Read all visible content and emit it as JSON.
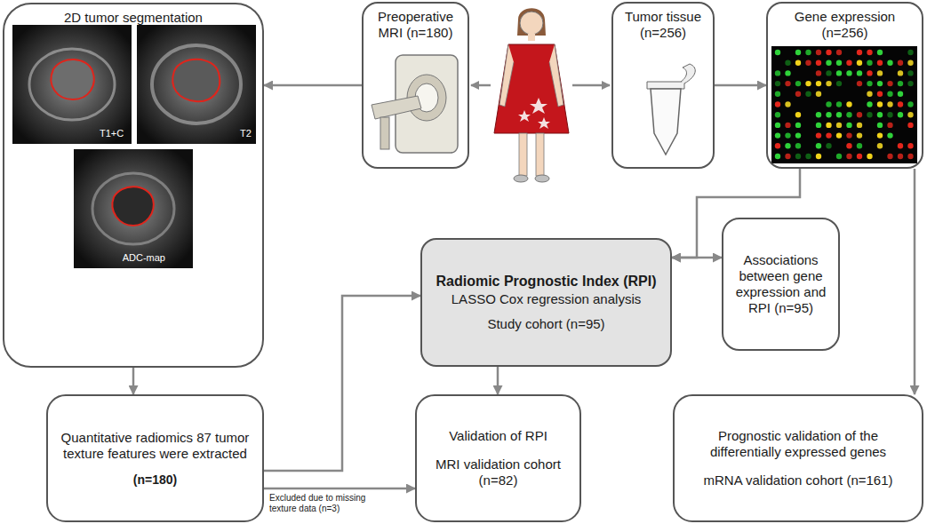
{
  "diagram": {
    "nodes": [
      {
        "text": [
          "2D tumor segmentation"
        ]
      },
      {
        "text": [
          "Preoperative MRI (n=180)"
        ]
      },
      {
        "text": [
          "Tumor tissue (n=256)"
        ]
      },
      {
        "text": [
          "Gene expression (n=256)"
        ]
      },
      {
        "text": [
          "Radiomic Prognostic Index (RPI)",
          "LASSO Cox regression analysis",
          "Study cohort (n=95)"
        ]
      },
      {
        "text": [
          "Associations between gene expression and RPI (n=95)"
        ]
      },
      {
        "text": [
          "Quantitative radiomics 87 tumor texture features were extracted",
          "(n=180)"
        ]
      },
      {
        "text": [
          "Validation of RPI",
          "MRI validation cohort (n=82)"
        ]
      },
      {
        "text": [
          "Prognostic validation of the differentially expressed genes",
          "mRNA validation cohort (n=161)"
        ]
      }
    ],
    "edges": [
      {
        "from": 1,
        "to": 0,
        "arrow": "to"
      },
      {
        "from": 2,
        "to": 3,
        "arrow": "to"
      },
      {
        "from": 0,
        "to": 6,
        "arrow": "to"
      },
      {
        "from": 6,
        "to": 4,
        "arrow": "to"
      },
      {
        "from": 6,
        "to": 7,
        "arrow": "to",
        "label": "Excluded due to missing texture data (n=3)"
      },
      {
        "from": 4,
        "to": 7,
        "arrow": "to"
      },
      {
        "from": 3,
        "to": 4,
        "arrow": "to"
      },
      {
        "from": 4,
        "to": 5,
        "arrow": "both"
      },
      {
        "from": 3,
        "to": 8,
        "arrow": "to"
      }
    ],
    "labels": [
      "T1+C",
      "T2",
      "ADC-map"
    ]
  }
}
